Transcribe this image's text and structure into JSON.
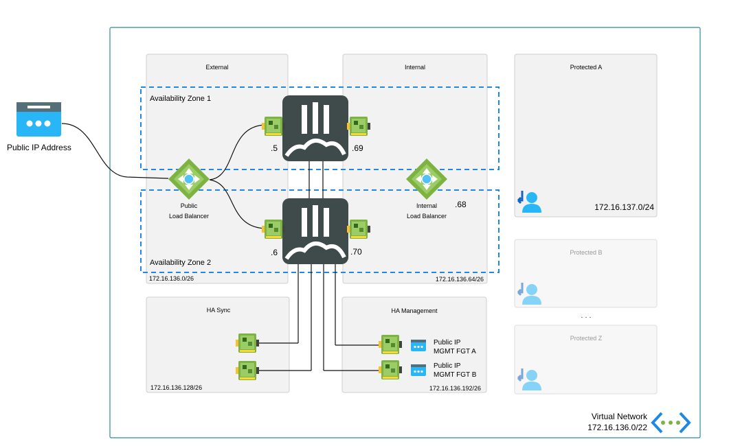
{
  "public_ip": {
    "label": "Public IP Address"
  },
  "vnet": {
    "title": "Virtual Network",
    "cidr": "172.16.136.0/22"
  },
  "subnets": {
    "external": {
      "title": "External",
      "cidr": "172.16.136.0/26"
    },
    "internal": {
      "title": "Internal",
      "cidr": "172.16.136.64/26"
    },
    "ha_sync": {
      "title": "HA Sync",
      "cidr": "172.16.136.128/26"
    },
    "ha_mgmt": {
      "title": "HA Management",
      "cidr": "172.16.136.192/26"
    },
    "protected_a": {
      "title": "Protected A",
      "cidr": "172.16.137.0/24"
    },
    "protected_b": {
      "title": "Protected B"
    },
    "protected_z": {
      "title": "Protected Z"
    },
    "ellipsis": "· · ·"
  },
  "zones": {
    "az1": "Availability Zone 1",
    "az2": "Availability Zone 2"
  },
  "load_balancers": {
    "public": {
      "line1": "Public",
      "line2": "Load Balancer"
    },
    "internal": {
      "line1": "Internal",
      "line2": "Load Balancer",
      "ip": ".68"
    }
  },
  "fortigates": {
    "a": {
      "ext_ip": ".5",
      "int_ip": ".69"
    },
    "b": {
      "ext_ip": ".6",
      "int_ip": ".70"
    }
  },
  "mgmt_ips": {
    "a": {
      "line1": "Public IP",
      "line2": "MGMT FGT A"
    },
    "b": {
      "line1": "Public IP",
      "line2": "MGMT FGT B"
    }
  },
  "colors": {
    "vnet_border": "#2e8b9a",
    "zone_border": "#1e88e5",
    "fortigate": "#3f4a4a",
    "lb_green": "#7cb342",
    "nic_green": "#8bc34a",
    "ip_blue": "#29b6f6"
  }
}
